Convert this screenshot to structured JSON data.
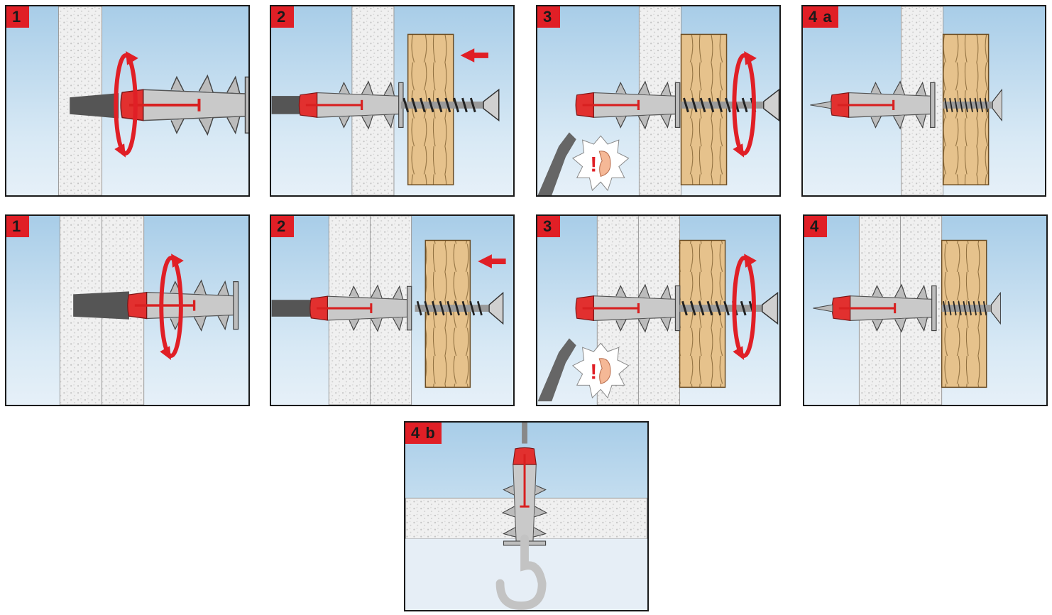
{
  "panels": [
    {
      "step": "1",
      "color_accent": "#e01f26"
    },
    {
      "step": "2"
    },
    {
      "step": "3"
    },
    {
      "step": "4 a"
    },
    {
      "step": "1"
    },
    {
      "step": "2"
    },
    {
      "step": "3"
    },
    {
      "step": "4"
    },
    {
      "step": "4 b"
    }
  ],
  "colors": {
    "accent": "#e01f26",
    "wood": "#e6c28c",
    "board": "#eeeeee",
    "metal": "#c7c7c7",
    "sky": "#b9d7ee"
  },
  "icons": [
    "rotate-arrow-icon",
    "push-arrow-icon",
    "ear-icon",
    "exclamation-icon",
    "hook-icon",
    "screwdriver-icon"
  ]
}
